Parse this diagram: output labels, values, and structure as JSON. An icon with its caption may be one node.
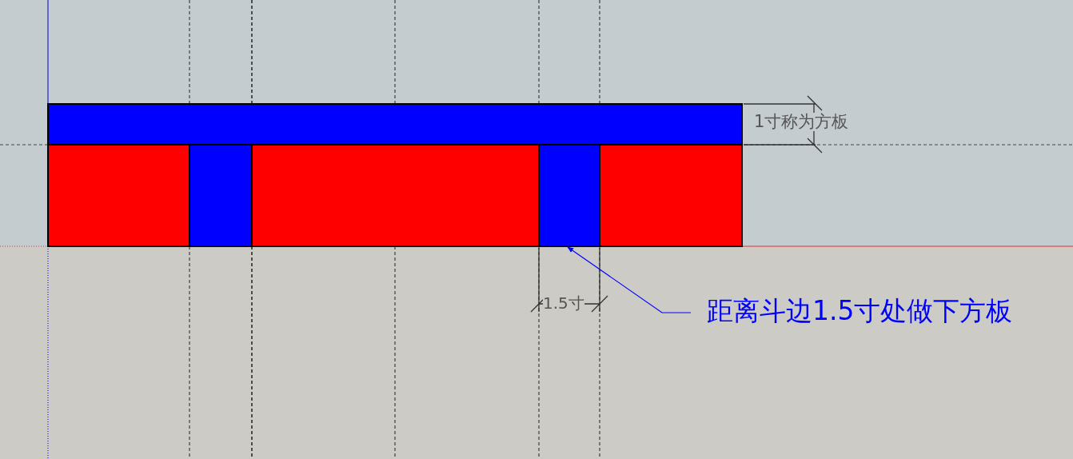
{
  "diagram": {
    "nodes": [
      {
        "text": [
          "距离斗边1.5寸处做下方板"
        ]
      },
      {
        "text": [],
        "shape": "bar"
      },
      {
        "text": [],
        "shape": "bar"
      },
      {
        "text": [],
        "shape": "bar"
      },
      {
        "text": [],
        "shape": "bar"
      },
      {
        "text": [],
        "shape": "bar"
      },
      {
        "text": [],
        "shape": "bar"
      }
    ],
    "edges": [
      {
        "from": 0,
        "to": 5,
        "arrow": "to",
        "color": "#0000ff"
      }
    ],
    "labels": [
      "1寸称为方板",
      "1.5寸"
    ]
  }
}
